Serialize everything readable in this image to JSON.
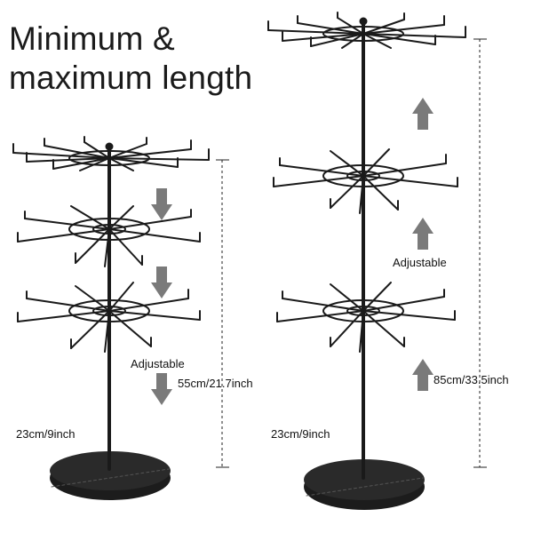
{
  "heading": {
    "line1": "Minimum &",
    "line2": "maximum length"
  },
  "left_stand": {
    "adjustable_label": "Adjustable",
    "height_label": "55cm/21.7inch",
    "base_label": "23cm/9inch"
  },
  "right_stand": {
    "adjustable_label": "Adjustable",
    "height_label": "85cm/33.5inch",
    "base_label": "23cm/9inch"
  },
  "colors": {
    "metal": "#1a1a1a",
    "arrow": "#7a7a7a",
    "dimension_line": "#222222"
  }
}
